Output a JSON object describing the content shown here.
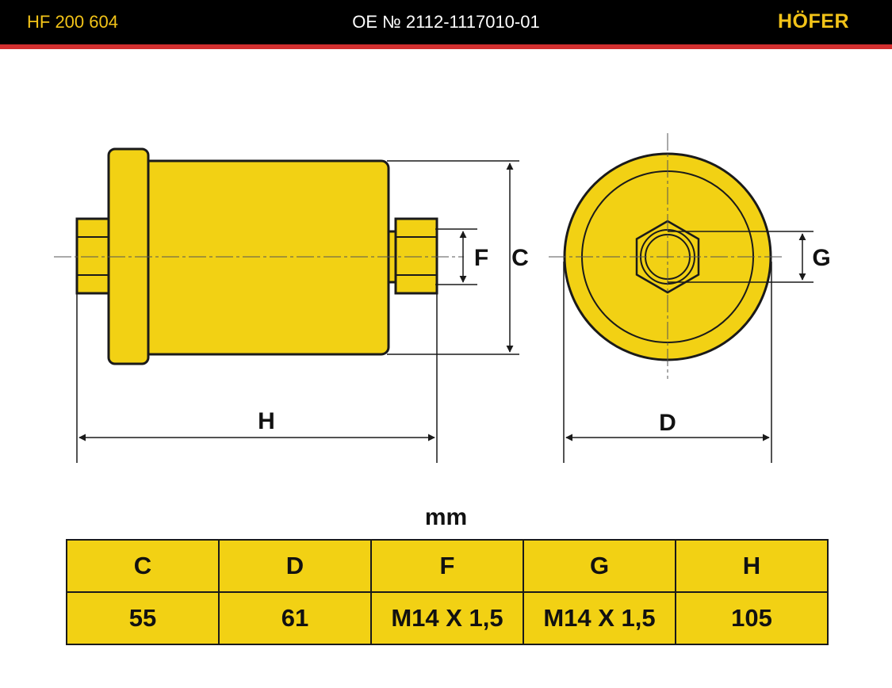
{
  "header": {
    "part_code": "HF 200 604",
    "oe_number": "OE № 2112-1117010-01",
    "brand": "HÖFER"
  },
  "colors": {
    "header_bg": "#000000",
    "header_stripe": "#d32f2f",
    "brand_accent": "#f2c318",
    "part_fill": "#f2d114",
    "outline": "#1a1a1a"
  },
  "drawing": {
    "labels": {
      "C": "C",
      "D": "D",
      "F": "F",
      "G": "G",
      "H": "H"
    }
  },
  "table": {
    "unit": "mm",
    "headers": [
      "C",
      "D",
      "F",
      "G",
      "H"
    ],
    "values": [
      "55",
      "61",
      "M14 X 1,5",
      "M14 X 1,5",
      "105"
    ]
  }
}
